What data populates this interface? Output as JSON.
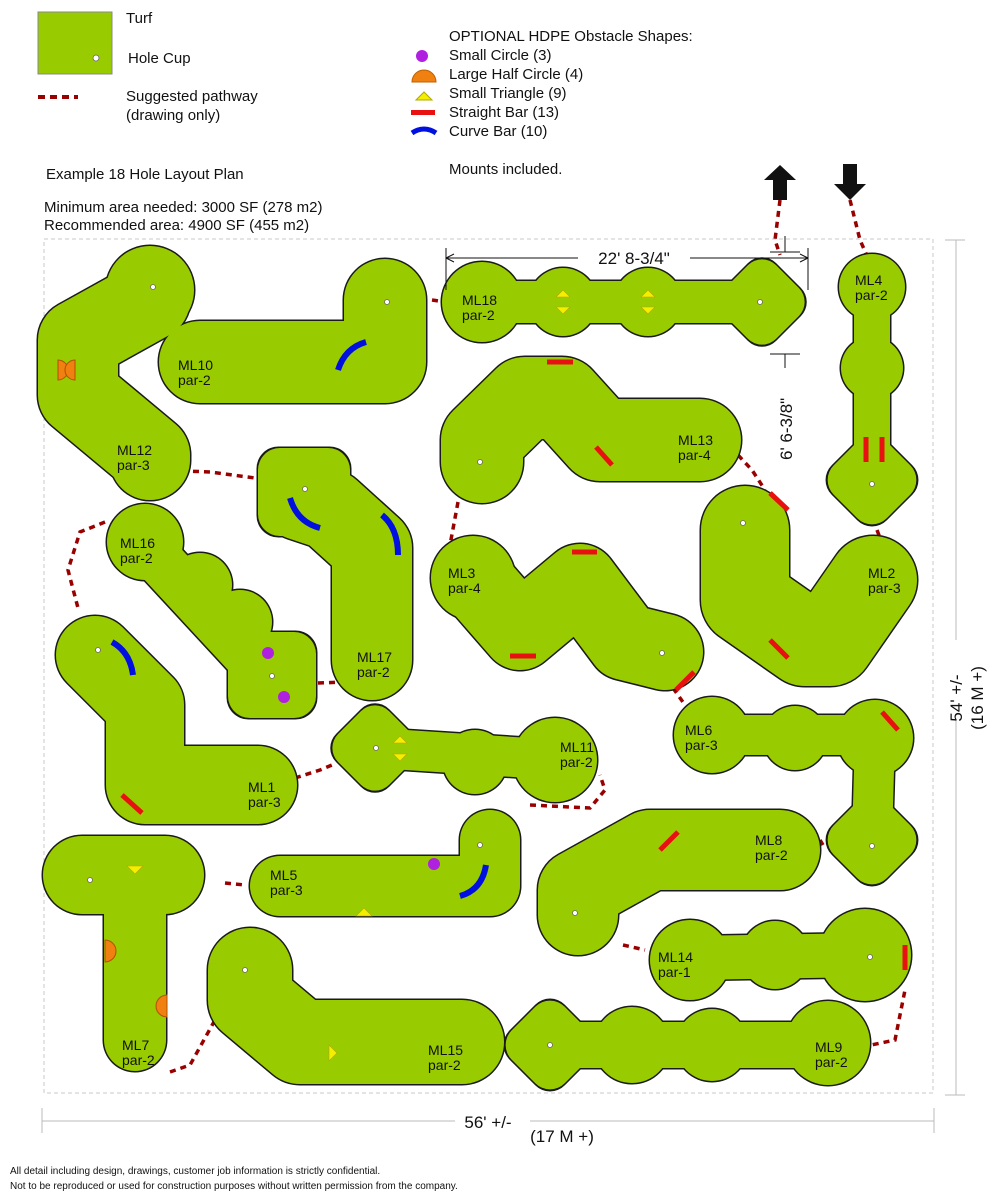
{
  "legend": {
    "turf": "Turf",
    "hole_cup": "Hole Cup",
    "pathway_line1": "Suggested pathway",
    "pathway_line2": "(drawing only)",
    "obstacles_title": "OPTIONAL HDPE Obstacle Shapes:",
    "obstacles": [
      {
        "label": "Small Circle (3)",
        "icon": "purple-circle-icon",
        "color": "#b020e0"
      },
      {
        "label": "Large Half Circle (4)",
        "icon": "orange-half-circle-icon",
        "color": "#f08010"
      },
      {
        "label": "Small Triangle (9)",
        "icon": "yellow-triangle-icon",
        "color": "#f4ee00"
      },
      {
        "label": "Straight Bar (13)",
        "icon": "red-bar-icon",
        "color": "#e81010"
      },
      {
        "label": "Curve Bar (10)",
        "icon": "blue-curve-bar-icon",
        "color": "#0010e0"
      }
    ],
    "mounts": "Mounts included."
  },
  "plan": {
    "title": "Example 18 Hole Layout Plan",
    "min_area": "Minimum area needed: 3000 SF (278 m2)",
    "rec_area": "Recommended area: 4900 SF (455 m2)"
  },
  "dimensions": {
    "ml18_length": "22' 8-3/4\"",
    "ml18_width": "6' 6-3/8\"",
    "height_ft": "54' +/-",
    "height_m": "(16 M +)",
    "width_ft": "56' +/-",
    "width_m": "(17 M +)"
  },
  "holes": [
    {
      "id": "ML1",
      "par": "par-3"
    },
    {
      "id": "ML2",
      "par": "par-3"
    },
    {
      "id": "ML3",
      "par": "par-4"
    },
    {
      "id": "ML4",
      "par": "par-2"
    },
    {
      "id": "ML5",
      "par": "par-3"
    },
    {
      "id": "ML6",
      "par": "par-3"
    },
    {
      "id": "ML7",
      "par": "par-2"
    },
    {
      "id": "ML8",
      "par": "par-2"
    },
    {
      "id": "ML9",
      "par": "par-2"
    },
    {
      "id": "ML10",
      "par": "par-2"
    },
    {
      "id": "ML11",
      "par": "par-2"
    },
    {
      "id": "ML12",
      "par": "par-3"
    },
    {
      "id": "ML13",
      "par": "par-4"
    },
    {
      "id": "ML14",
      "par": "par-1"
    },
    {
      "id": "ML15",
      "par": "par-2"
    },
    {
      "id": "ML16",
      "par": "par-2"
    },
    {
      "id": "ML17",
      "par": "par-2"
    },
    {
      "id": "ML18",
      "par": "par-2"
    }
  ],
  "colors": {
    "turf": "#99cc00",
    "outline": "#1a1a1a",
    "pathway": "#990000"
  },
  "footer": {
    "line1": "All detail including design, drawings, customer job information is strictly confidential.",
    "line2": "Not to be reproduced or used for construction purposes without written permission from the company."
  }
}
